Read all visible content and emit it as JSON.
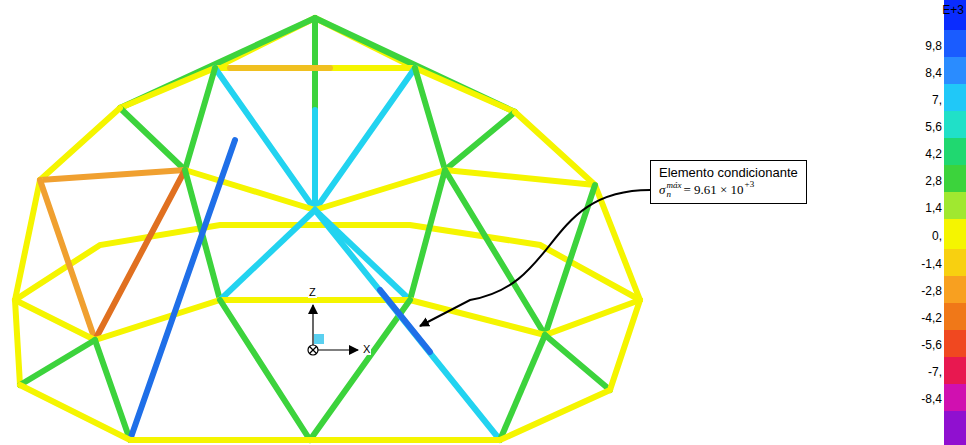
{
  "diagram": {
    "nodes": [
      {
        "text": [
          "Elemento condicionante",
          "σ",
          "máx",
          "n",
          "= 9.61 × 10",
          "+3"
        ]
      }
    ],
    "labels": [
      "Z",
      "X",
      "E+3",
      "9,8",
      "8,4",
      "7,",
      "5,6",
      "4,2",
      "2,8",
      "1,4",
      "0,",
      "-1,4",
      "-2,8",
      "-4,2",
      "-5,6",
      "-7,",
      "-8,4"
    ]
  }
}
